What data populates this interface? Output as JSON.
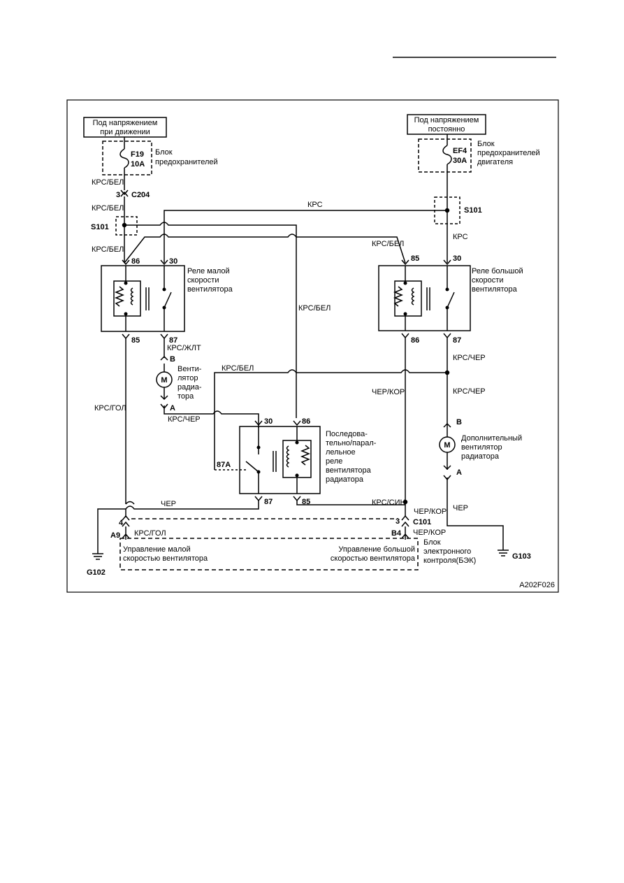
{
  "supplies": {
    "ignition": [
      "Под напряжением",
      "при движении"
    ],
    "constant": [
      "Под напряжением",
      "постоянно"
    ]
  },
  "fuses": {
    "f19": {
      "id": "F19",
      "rating": "10A",
      "block": [
        "Блок",
        "предохранителей"
      ]
    },
    "ef4": {
      "id": "EF4",
      "rating": "30A",
      "block": [
        "Блок",
        "предохранителей",
        "двигателя"
      ]
    }
  },
  "connectors": {
    "c204": "C204",
    "c204_pin": "3",
    "s101_left": "S101",
    "s101_right": "S101",
    "c101": "C101",
    "c101_pin_left": "4",
    "c101_pin_right": "3",
    "a9": "A9",
    "b4": "B4"
  },
  "wires": {
    "krs_bel_1": "КРС/БЕЛ",
    "krs_bel_2": "КРС/БЕЛ",
    "krs_bel_3": "КРС/БЕЛ",
    "krs_top": "КРС",
    "krs_right": "КРС",
    "krs_bel_85": "КРС/БЕЛ",
    "krs_bel_mid": "КРС/БЕЛ",
    "krs_bel_horiz": "КРС/БЕЛ",
    "krs_zhlt": "КРС/ЖЛТ",
    "krs_gol": "КРС/ГОЛ",
    "krs_cher_left": "КРС/ЧЕР",
    "krs_cher_r1": "КРС/ЧЕР",
    "krs_cher_r2": "КРС/ЧЕР",
    "cher_kor_mid": "ЧЕР/КОР",
    "cher_bottom": "ЧЕР",
    "cher_right": "ЧЕР",
    "krs_sin": "КРС/СИН",
    "cher_kor_c101": "ЧЕР/КОР",
    "cher_kor_b4": "ЧЕР/КОР",
    "krs_gol_a9": "КРС/ГОЛ"
  },
  "relays": {
    "low": {
      "label": [
        "Реле малой",
        "скорости",
        "вентилятора"
      ],
      "pins": [
        "86",
        "30",
        "85",
        "87"
      ]
    },
    "high": {
      "label": [
        "Реле большой",
        "скорости",
        "вентилятора"
      ],
      "pins": [
        "85",
        "30",
        "86",
        "87"
      ]
    },
    "series": {
      "label": [
        "Последова-",
        "тельно/парал-",
        "лельное",
        "реле",
        "вентилятора",
        "радиатора"
      ],
      "pins": [
        "30",
        "86",
        "87A",
        "87",
        "85"
      ]
    }
  },
  "motors": {
    "main": {
      "symbol": "M",
      "label": [
        "Венти-",
        "лятор",
        "радиа-",
        "тора"
      ],
      "pin_top": "B",
      "pin_bottom": "A"
    },
    "aux": {
      "symbol": "M",
      "label": [
        "Дополнительный",
        "вентилятор",
        "радиатора"
      ],
      "pin_top": "B",
      "pin_bottom": "A"
    }
  },
  "ecu": {
    "low_control": [
      "Управление малой",
      "скоростью вентилятора"
    ],
    "high_control": [
      "Управление большой",
      "скоростью вентилятора"
    ],
    "name": [
      "Блок",
      "электронного",
      "контроля(БЭК)"
    ]
  },
  "grounds": {
    "left": "G102",
    "right": "G103"
  },
  "figure_code": "A202F026"
}
